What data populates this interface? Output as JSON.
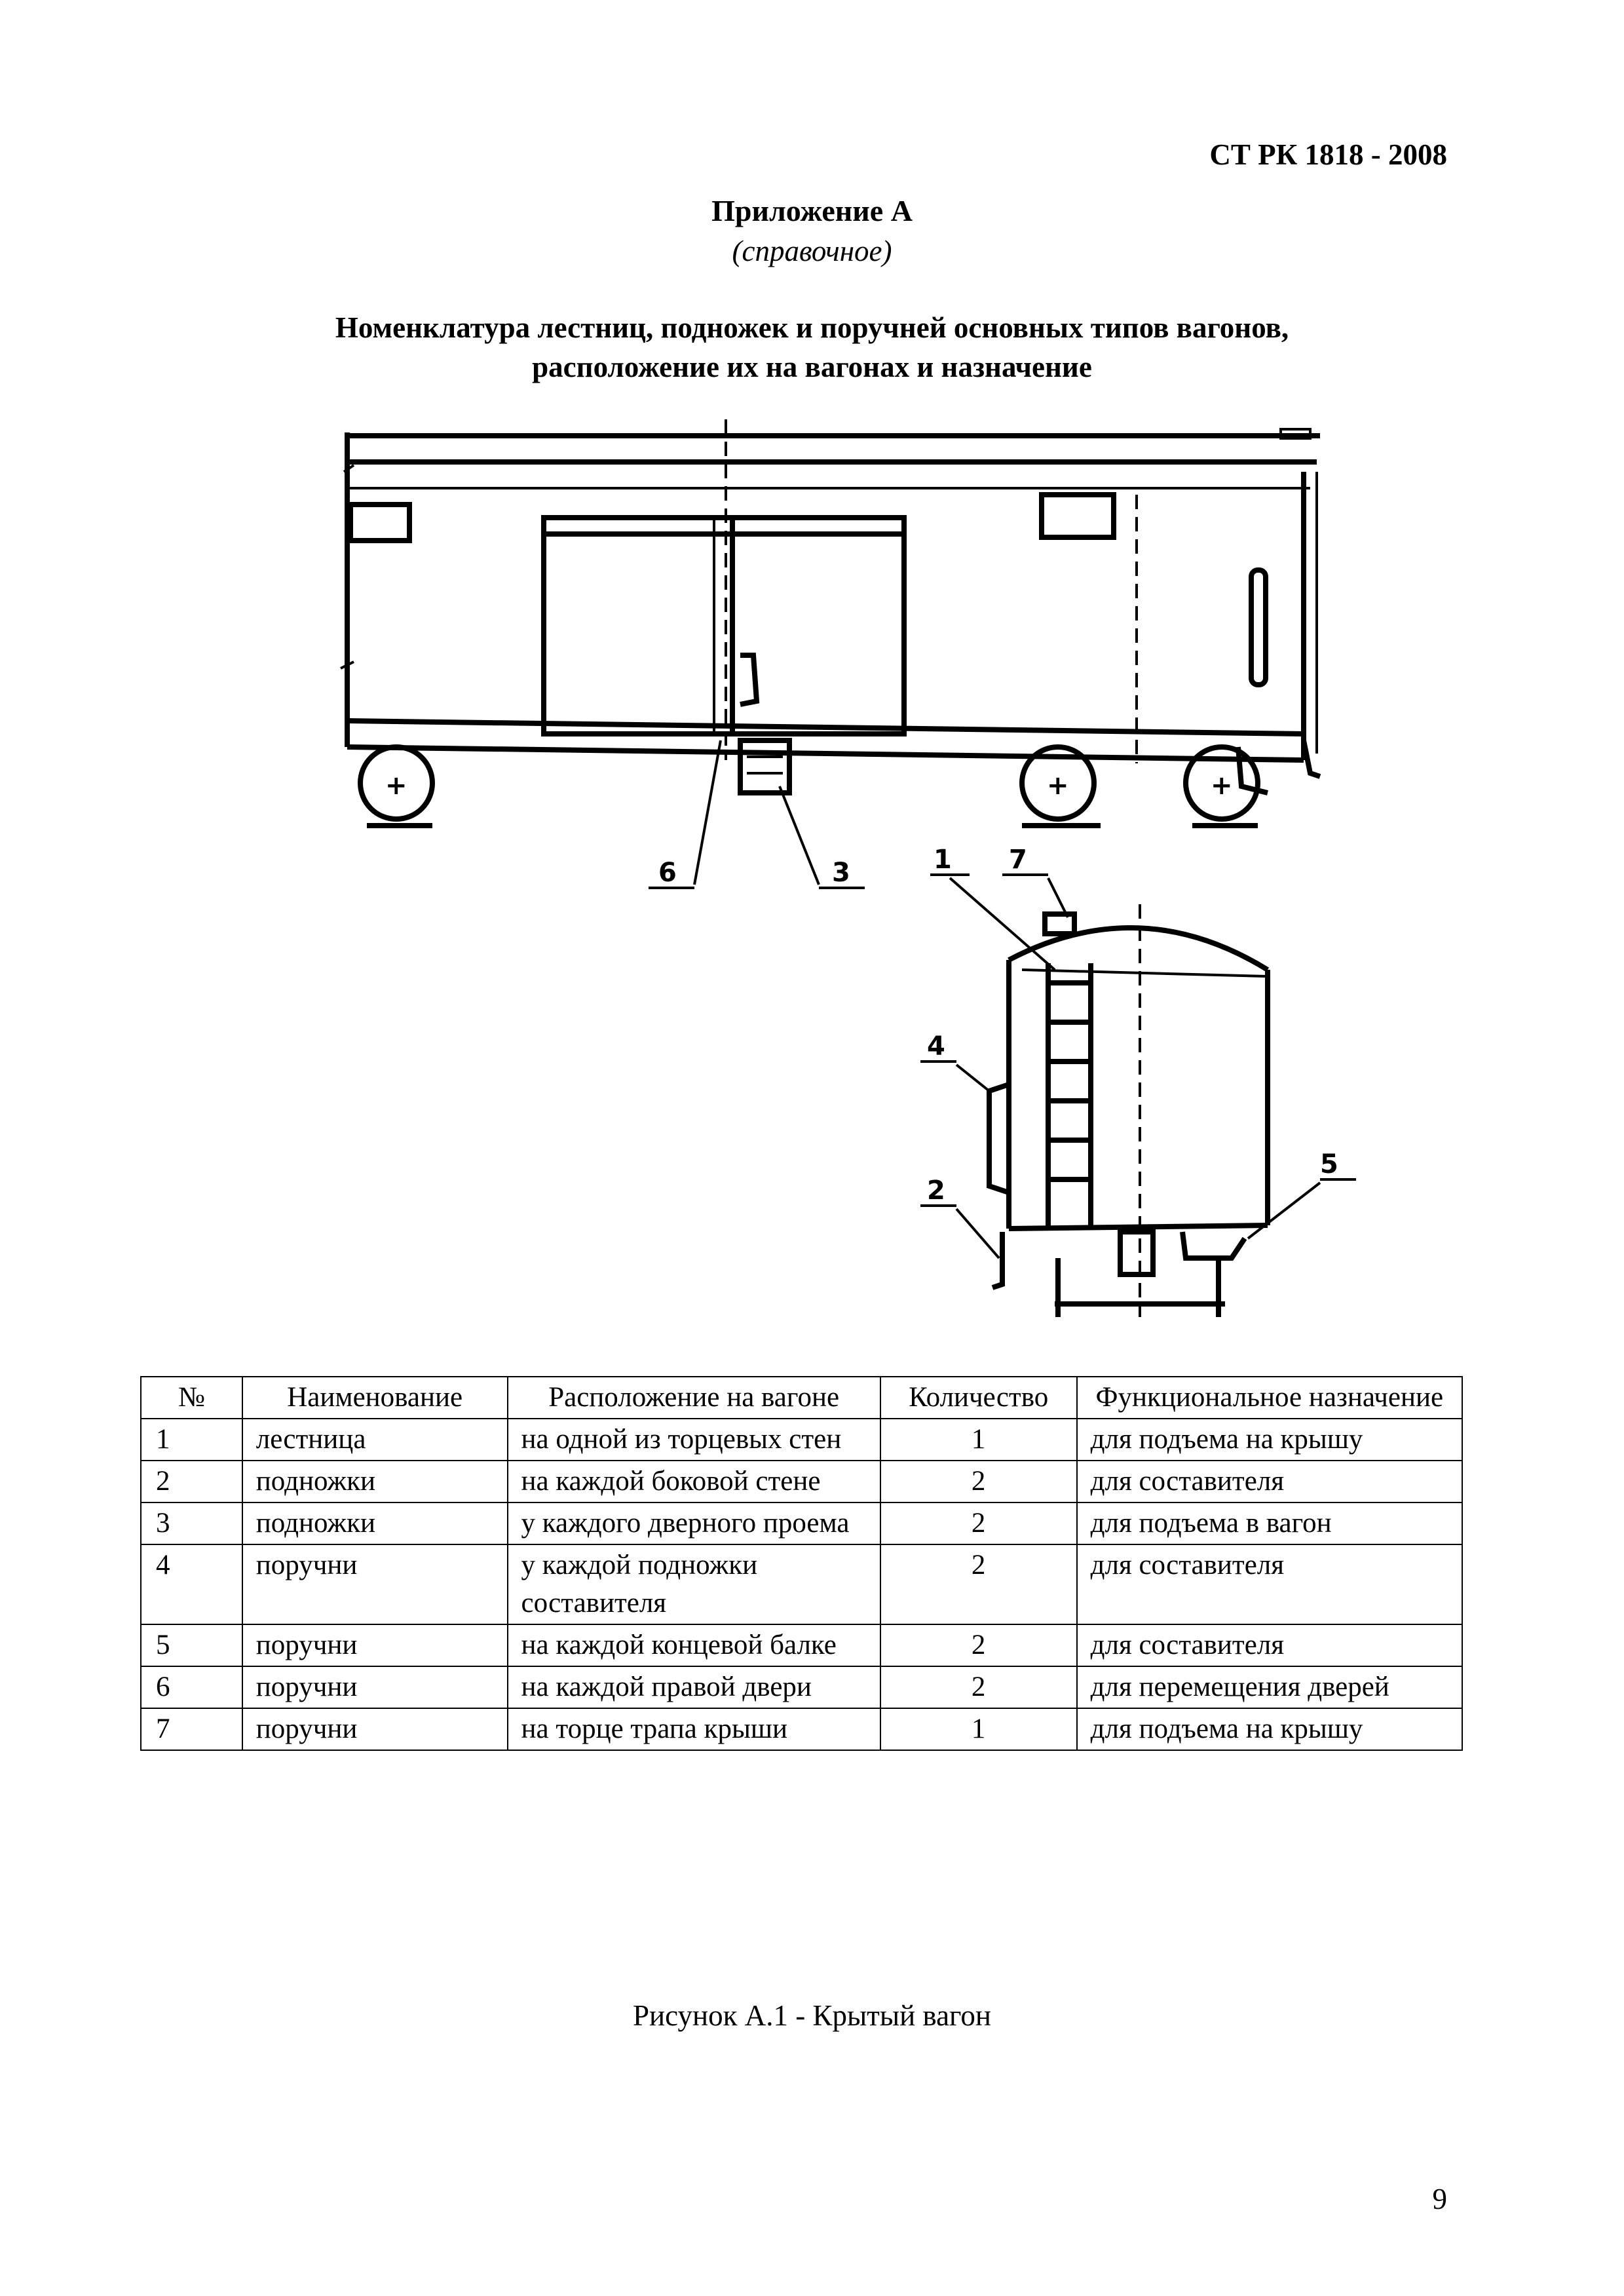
{
  "header": {
    "doc_code": "СТ РК 1818 - 2008"
  },
  "appendix": {
    "title": "Приложение А",
    "subtitle": "(справочное)"
  },
  "main_title": {
    "line1": "Номенклатура лестниц, подножек и поручней основных типов вагонов,",
    "line2": "расположение их на вагонах и назначение"
  },
  "figure": {
    "callouts": [
      "1",
      "2",
      "3",
      "4",
      "5",
      "6",
      "7"
    ]
  },
  "table": {
    "headers": [
      "№",
      "Наименование",
      "Расположение на вагоне",
      "Количество",
      "Функциональное назначение"
    ],
    "rows": [
      [
        "1",
        "лестница",
        "на одной из торцевых стен",
        "1",
        "для подъема на крышу"
      ],
      [
        "2",
        "подножки",
        "на каждой боковой стене",
        "2",
        "для составителя"
      ],
      [
        "3",
        "подножки",
        "у каждого дверного проема",
        "2",
        "для подъема в вагон"
      ],
      [
        "4",
        "поручни",
        "у каждой подножки составителя",
        "2",
        "для составителя"
      ],
      [
        "5",
        "поручни",
        "на каждой концевой балке",
        "2",
        "для составителя"
      ],
      [
        "6",
        "поручни",
        "на каждой правой двери",
        "2",
        "для перемещения дверей"
      ],
      [
        "7",
        "поручни",
        "на торце трапа крыши",
        "1",
        "для подъема на крышу"
      ]
    ]
  },
  "caption": "Рисунок А.1 - Крытый вагон",
  "page_number": "9"
}
